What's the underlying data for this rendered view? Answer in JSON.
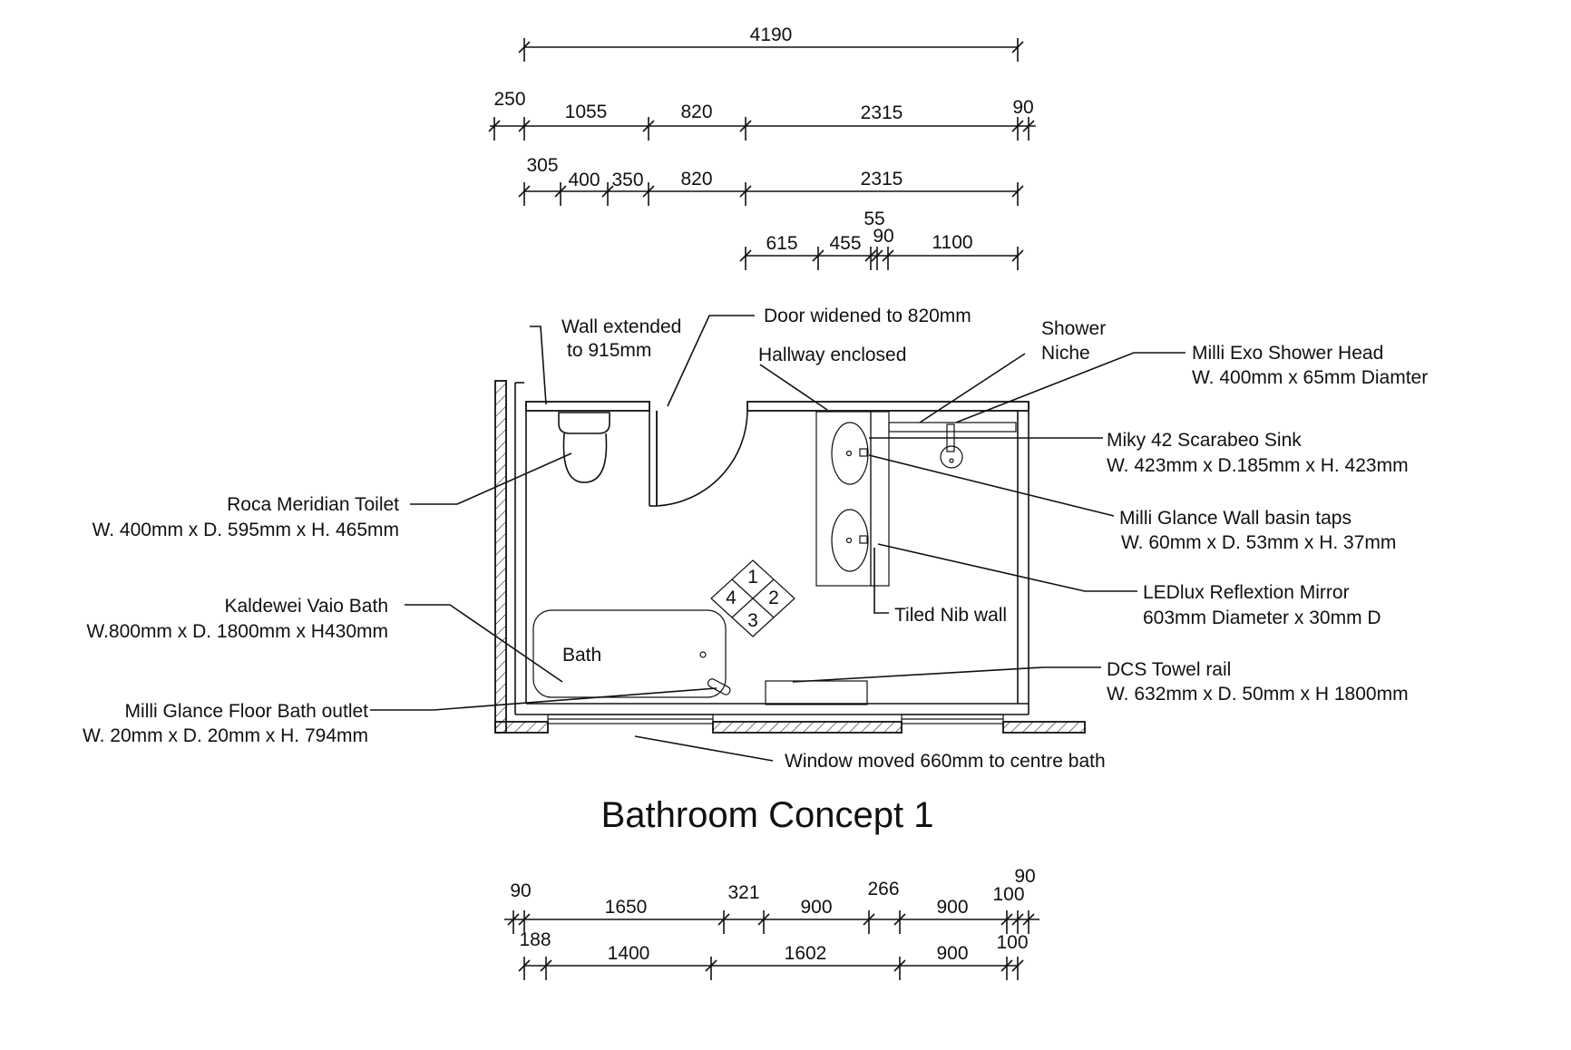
{
  "title": "Bathroom Concept 1",
  "top_dimensions": {
    "row1": [
      "4190"
    ],
    "row2": [
      "250",
      "1055",
      "820",
      "2315",
      "90"
    ],
    "row3": [
      "305",
      "400",
      "350",
      "820",
      "2315"
    ],
    "row4": [
      "615",
      "455",
      "55",
      "90",
      "1100"
    ]
  },
  "bottom_dimensions": {
    "row1": [
      "90",
      "1650",
      "321",
      "900",
      "266",
      "900",
      "100",
      "90"
    ],
    "row2": [
      "188",
      "1400",
      "1602",
      "900",
      "100"
    ]
  },
  "grid_labels": [
    "1",
    "2",
    "3",
    "4"
  ],
  "bath_label": "Bath",
  "annotations": {
    "wall_extended": [
      "Wall extended",
      "to 915mm"
    ],
    "door_widened": "Door widened to 820mm",
    "hallway": "Hallway enclosed",
    "shower_niche": [
      "Shower",
      "Niche"
    ],
    "shower_head": [
      "Milli Exo Shower Head",
      "W. 400mm x 65mm Diamter"
    ],
    "sink": [
      "Miky 42 Scarabeo Sink",
      "W. 423mm x D.185mm x H. 423mm"
    ],
    "basin_taps": [
      "Milli Glance Wall basin taps",
      "W. 60mm x D. 53mm x H. 37mm"
    ],
    "mirror": [
      "LEDlux Reflextion Mirror",
      "603mm Diameter x 30mm D"
    ],
    "nib_wall": "Tiled Nib wall",
    "towel_rail": [
      "DCS Towel rail",
      "W. 632mm x D. 50mm x H 1800mm"
    ],
    "toilet": [
      "Roca Meridian Toilet",
      "W. 400mm x D. 595mm x H. 465mm"
    ],
    "bath": [
      "Kaldewei Vaio Bath",
      "W.800mm x D. 1800mm x H430mm"
    ],
    "bath_outlet": [
      "Milli Glance Floor Bath outlet",
      "W. 20mm x D. 20mm x H. 794mm"
    ],
    "window": "Window moved 660mm to centre bath"
  }
}
